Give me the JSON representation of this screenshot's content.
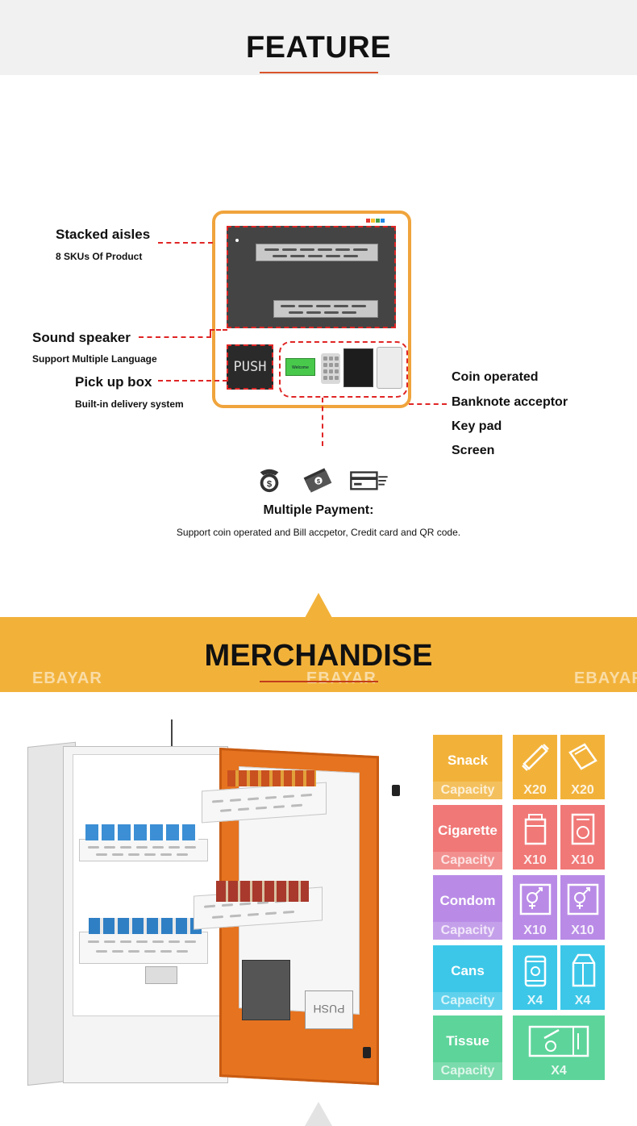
{
  "feature": {
    "title": "FEATURE",
    "labels": {
      "stacked_aisles": "Stacked aisles",
      "stacked_aisles_sub": "8 SKUs Of Product",
      "sound_speaker": "Sound speaker",
      "sound_speaker_sub": "Support Multiple Language",
      "pick_up_box": "Pick up box",
      "pick_up_box_sub": "Built-in delivery system",
      "coin_operated": "Coin operated",
      "banknote_acceptor": "Banknote acceptor",
      "key_pad": "Key pad",
      "screen": "Screen"
    },
    "machine": {
      "push_label": "PUSH",
      "lcd_text": "Welcome"
    },
    "payment": {
      "title": "Multiple Payment:",
      "subtitle": "Support coin operated and Bill accpetor, Credit card and QR code.",
      "icons": [
        "coin-bag-icon",
        "banknote-icon",
        "credit-card-icon"
      ]
    }
  },
  "merchandise": {
    "title": "MERCHANDISE",
    "watermark": "EBAYAR",
    "door_push": "PUSH",
    "categories": [
      {
        "name": "Snack",
        "capacity_label": "Capacity",
        "color": "#f2b23a",
        "items": [
          {
            "icon": "snack-bar-icon",
            "qty": "X20"
          },
          {
            "icon": "snack-pack-icon",
            "qty": "X20"
          }
        ]
      },
      {
        "name": "Cigarette",
        "capacity_label": "Capacity",
        "color": "#f07877",
        "items": [
          {
            "icon": "cigarette-pack-icon",
            "qty": "X10"
          },
          {
            "icon": "cigarette-box-icon",
            "qty": "X10"
          }
        ]
      },
      {
        "name": "Condom",
        "capacity_label": "Capacity",
        "color": "#b98be6",
        "items": [
          {
            "icon": "condom-box-icon",
            "qty": "X10"
          },
          {
            "icon": "condom-box-icon",
            "qty": "X10"
          }
        ]
      },
      {
        "name": "Cans",
        "capacity_label": "Capacity",
        "color": "#3cc7e8",
        "items": [
          {
            "icon": "can-icon",
            "qty": "X4"
          },
          {
            "icon": "milk-carton-icon",
            "qty": "X4"
          }
        ]
      },
      {
        "name": "Tissue",
        "capacity_label": "Capacity",
        "color": "#5dd49a",
        "items": [
          {
            "icon": "tissue-box-icon",
            "qty": "X4"
          }
        ]
      }
    ]
  }
}
